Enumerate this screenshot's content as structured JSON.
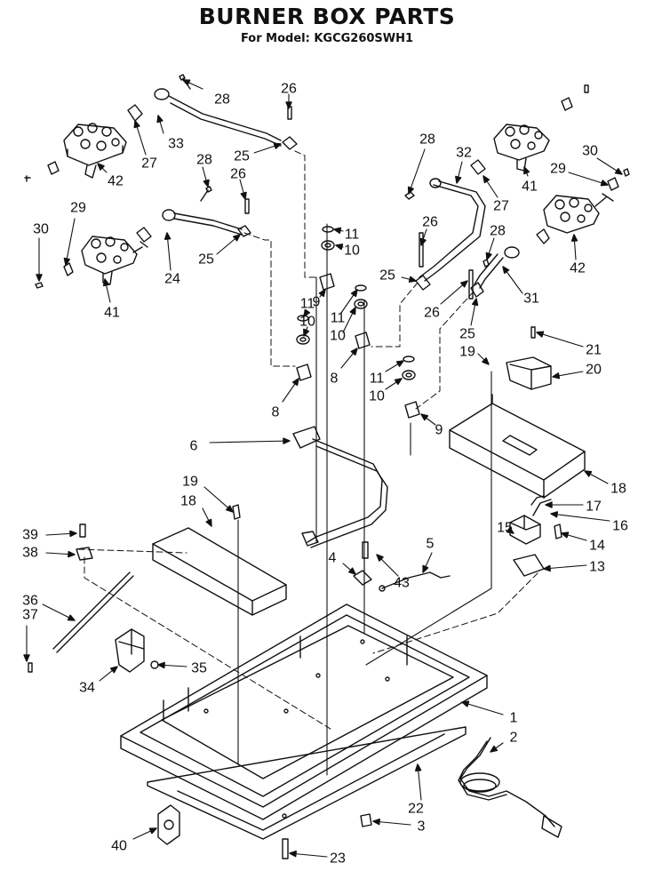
{
  "diagram": {
    "title": "BURNER BOX PARTS",
    "subtitle": "For Model: KGCG260SWH1"
  },
  "callouts": [
    {
      "id": "c28a",
      "text": "28"
    },
    {
      "id": "c26a",
      "text": "26"
    },
    {
      "id": "c33",
      "text": "33"
    },
    {
      "id": "c25a",
      "text": "25"
    },
    {
      "id": "c42a",
      "text": "42"
    },
    {
      "id": "c27a",
      "text": "27"
    },
    {
      "id": "c28b",
      "text": "28"
    },
    {
      "id": "c26b",
      "text": "26"
    },
    {
      "id": "c30a",
      "text": "30"
    },
    {
      "id": "c29a",
      "text": "29"
    },
    {
      "id": "c25b",
      "text": "25"
    },
    {
      "id": "c24",
      "text": "24"
    },
    {
      "id": "c41a",
      "text": "41"
    },
    {
      "id": "c11a",
      "text": "11"
    },
    {
      "id": "c10a",
      "text": "10"
    },
    {
      "id": "c9a",
      "text": "9"
    },
    {
      "id": "c11b",
      "text": "11"
    },
    {
      "id": "c10b",
      "text": "10"
    },
    {
      "id": "c11c",
      "text": "11"
    },
    {
      "id": "c10c",
      "text": "10"
    },
    {
      "id": "c8a",
      "text": "8"
    },
    {
      "id": "c8b",
      "text": "8"
    },
    {
      "id": "c11d",
      "text": "11"
    },
    {
      "id": "c10d",
      "text": "10"
    },
    {
      "id": "c9b",
      "text": "9"
    },
    {
      "id": "c6",
      "text": "6"
    },
    {
      "id": "c28c",
      "text": "28"
    },
    {
      "id": "c32",
      "text": "32"
    },
    {
      "id": "c30b",
      "text": "30"
    },
    {
      "id": "c41b",
      "text": "41"
    },
    {
      "id": "c29b",
      "text": "29"
    },
    {
      "id": "c27b",
      "text": "27"
    },
    {
      "id": "c42b",
      "text": "42"
    },
    {
      "id": "c26c",
      "text": "26"
    },
    {
      "id": "c28d",
      "text": "28"
    },
    {
      "id": "c25c",
      "text": "25"
    },
    {
      "id": "c26d",
      "text": "26"
    },
    {
      "id": "c31",
      "text": "31"
    },
    {
      "id": "c25d",
      "text": "25"
    },
    {
      "id": "c19a",
      "text": "19"
    },
    {
      "id": "c21",
      "text": "21"
    },
    {
      "id": "c20",
      "text": "20"
    },
    {
      "id": "c18a",
      "text": "18"
    },
    {
      "id": "c17",
      "text": "17"
    },
    {
      "id": "c15",
      "text": "15"
    },
    {
      "id": "c16",
      "text": "16"
    },
    {
      "id": "c14",
      "text": "14"
    },
    {
      "id": "c13",
      "text": "13"
    },
    {
      "id": "c19b",
      "text": "19"
    },
    {
      "id": "c18b",
      "text": "18"
    },
    {
      "id": "c39",
      "text": "39"
    },
    {
      "id": "c38",
      "text": "38"
    },
    {
      "id": "c36",
      "text": "36"
    },
    {
      "id": "c37",
      "text": "37"
    },
    {
      "id": "c34",
      "text": "34"
    },
    {
      "id": "c35",
      "text": "35"
    },
    {
      "id": "c4",
      "text": "4"
    },
    {
      "id": "c43",
      "text": "43"
    },
    {
      "id": "c5",
      "text": "5"
    },
    {
      "id": "c1",
      "text": "1"
    },
    {
      "id": "c2",
      "text": "2"
    },
    {
      "id": "c22",
      "text": "22"
    },
    {
      "id": "c3",
      "text": "3"
    },
    {
      "id": "c40",
      "text": "40"
    },
    {
      "id": "c23",
      "text": "23"
    }
  ]
}
